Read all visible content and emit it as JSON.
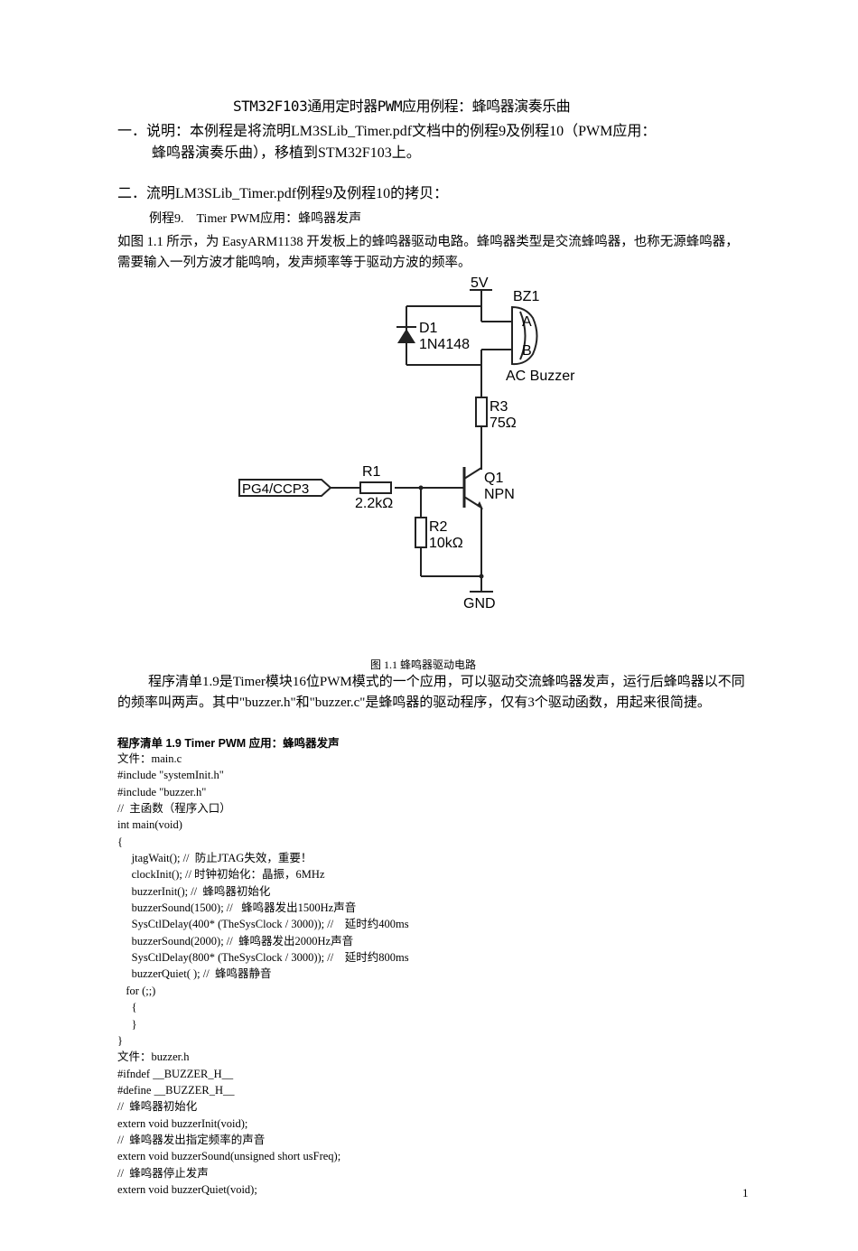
{
  "title": "STM32F103通用定时器PWM应用例程：蜂鸣器演奏乐曲",
  "section1": {
    "line1": "一．说明：本例程是将流明LM3SLib_Timer.pdf文档中的例程9及例程10（PWM应用：",
    "line2": "蜂鸣器演奏乐曲），移植到STM32F103上。"
  },
  "section2": "二．流明LM3SLib_Timer.pdf例程9及例程10的拷贝：",
  "example9_heading": "例程9.　Timer PWM应用：蜂鸣器发声",
  "para1": "如图 1.1 所示，为 EasyARM1138 开发板上的蜂鸣器驱动电路。蜂鸣器类型是交流蜂鸣器，也称无源蜂鸣器，需要输入一列方波才能鸣响，发声频率等于驱动方波的频率。",
  "circuit": {
    "vcc": "5V",
    "bz_name": "BZ1",
    "bz_pin_a": "A",
    "bz_pin_b": "B",
    "bz_type": "AC Buzzer",
    "d_name": "D1",
    "d_part": "1N4148",
    "r3_name": "R3",
    "r3_value": "75Ω",
    "r1_name": "R1",
    "r1_value": "2.2kΩ",
    "r2_name": "R2",
    "r2_value": "10kΩ",
    "q_name": "Q1",
    "q_type": "NPN",
    "input_label": "PG4/CCP3",
    "gnd": "GND"
  },
  "figure_caption": "图 1.1  蜂鸣器驱动电路",
  "para2": "程序清单1.9是Timer模块16位PWM模式的一个应用，可以驱动交流蜂鸣器发声，运行后蜂鸣器以不同的频率叫两声。其中\"buzzer.h\"和\"buzzer.c\"是蜂鸣器的驱动程序，仅有3个驱动函数，用起来很简捷。",
  "listing_title": "程序清单 1.9 Timer PWM 应用：蜂鸣器发声",
  "code_lines": [
    "文件：main.c",
    "#include \"systemInit.h\"",
    "#include \"buzzer.h\"",
    "//  主函数（程序入口）",
    "int main(void)",
    "{",
    "     jtagWait(); //  防止JTAG失效，重要！",
    "     clockInit(); // 时钟初始化：晶振，6MHz",
    "     buzzerInit(); //  蜂鸣器初始化",
    "     buzzerSound(1500); //   蜂鸣器发出1500Hz声音",
    "     SysCtlDelay(400* (TheSysClock / 3000)); //    延时约400ms",
    "     buzzerSound(2000); //  蜂鸣器发出2000Hz声音",
    "     SysCtlDelay(800* (TheSysClock / 3000)); //    延时约800ms",
    "     buzzerQuiet( ); //  蜂鸣器静音",
    "   for (;;)",
    "     {",
    "     }",
    "}",
    "文件：buzzer.h",
    "#ifndef __BUZZER_H__",
    "#define __BUZZER_H__",
    "//  蜂鸣器初始化",
    "extern void buzzerInit(void);",
    "//  蜂鸣器发出指定频率的声音",
    "extern void buzzerSound(unsigned short usFreq);",
    "//  蜂鸣器停止发声",
    "extern void buzzerQuiet(void);"
  ],
  "page_number": "1"
}
